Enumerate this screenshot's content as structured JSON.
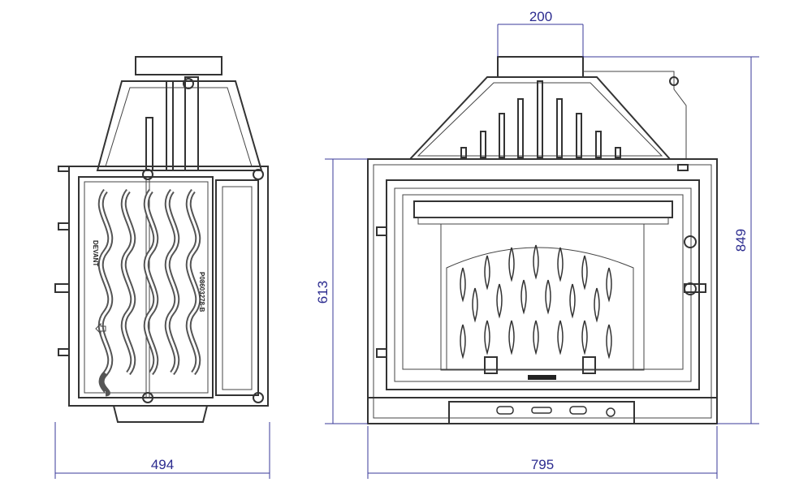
{
  "dimensions": {
    "flue_width": "200",
    "total_height": "849",
    "front_height": "613",
    "depth": "494",
    "width": "795"
  },
  "labels": {
    "front_marker": "DEVANT",
    "part_number": "P08603278-B"
  },
  "colors": {
    "dimension": "#2b2b8f",
    "drawing": "#333333"
  }
}
